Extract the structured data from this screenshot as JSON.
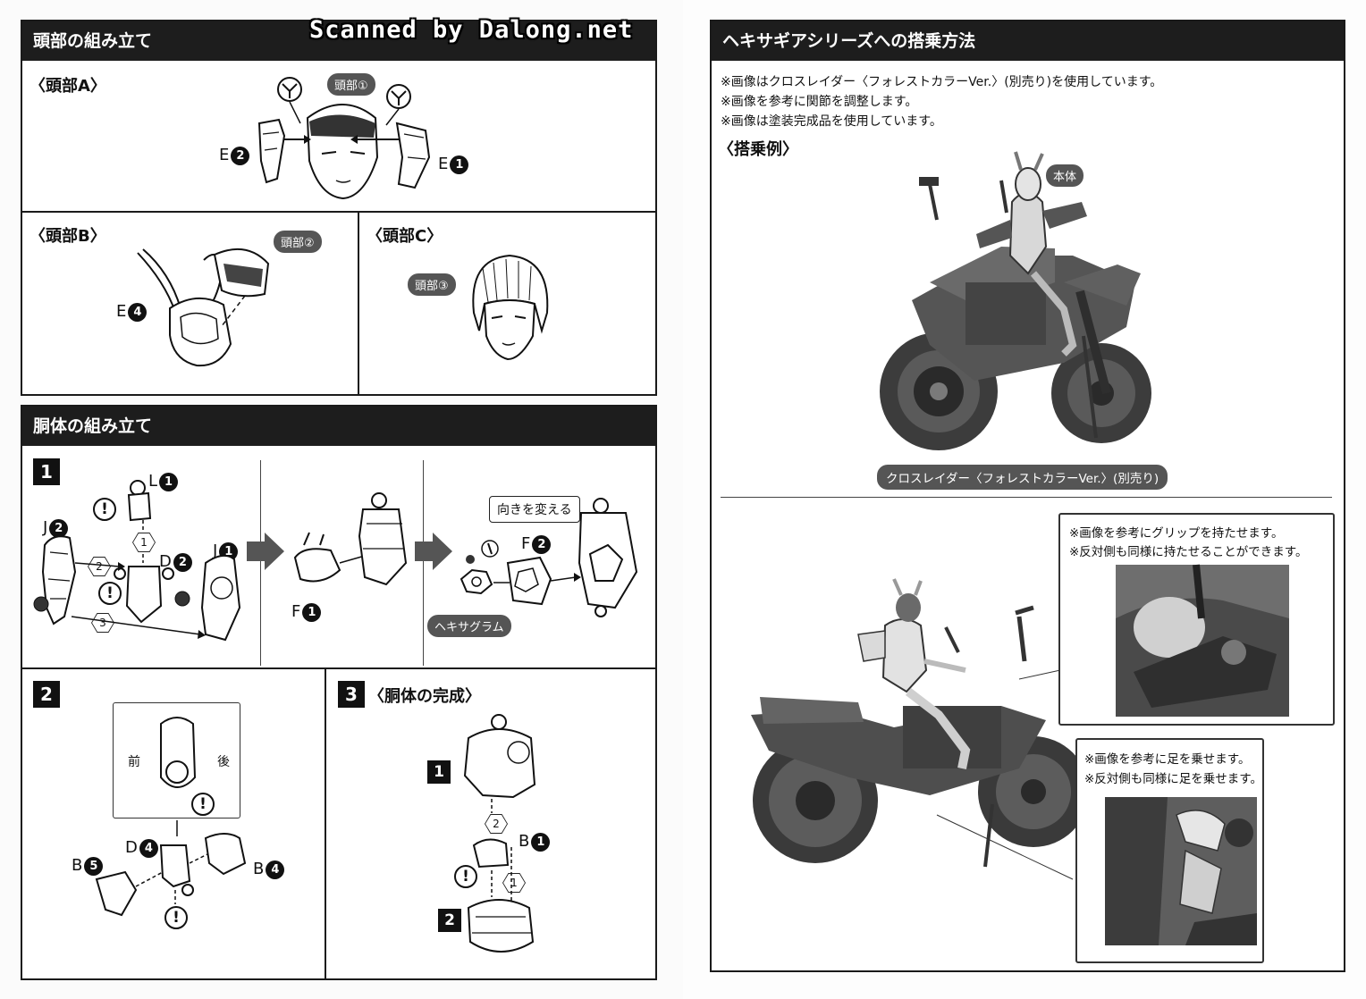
{
  "watermark": "Scanned by Dalong.net",
  "left_page": {
    "head_section": {
      "title": "頭部の組み立て",
      "head_a": {
        "heading": "〈頭部A〉",
        "tag": "頭部①",
        "parts": [
          {
            "letter": "E",
            "num": "2"
          },
          {
            "letter": "E",
            "num": "1"
          }
        ]
      },
      "head_b": {
        "heading": "〈頭部B〉",
        "tag": "頭部②",
        "parts": [
          {
            "letter": "E",
            "num": "4"
          }
        ]
      },
      "head_c": {
        "heading": "〈頭部C〉",
        "tag": "頭部③"
      }
    },
    "torso_section": {
      "title": "胴体の組み立て",
      "step1": {
        "number": "1",
        "parts": [
          {
            "letter": "L",
            "num": "1"
          },
          {
            "letter": "J",
            "num": "2"
          },
          {
            "letter": "D",
            "num": "2"
          },
          {
            "letter": "J",
            "num": "1"
          },
          {
            "letter": "F",
            "num": "1"
          },
          {
            "letter": "F",
            "num": "2"
          }
        ],
        "order_marks": [
          "1",
          "2",
          "3"
        ],
        "callout": "向きを変える",
        "hexagram_tag": "ヘキサグラム"
      },
      "step2": {
        "number": "2",
        "front_label": "前",
        "back_label": "後",
        "parts": [
          {
            "letter": "D",
            "num": "4"
          },
          {
            "letter": "B",
            "num": "5"
          },
          {
            "letter": "B",
            "num": "4"
          }
        ]
      },
      "step3": {
        "number": "3",
        "heading": "〈胴体の完成〉",
        "sub_steps": [
          "1",
          "2"
        ],
        "order_marks": [
          "2",
          "1"
        ],
        "parts": [
          {
            "letter": "B",
            "num": "1"
          }
        ]
      },
      "warning_glyph": "!"
    }
  },
  "right_page": {
    "section_title": "ヘキサギアシリーズへの搭乗方法",
    "notes": [
      "※画像はクロスレイダー〈フォレストカラーVer.〉(別売り)を使用しています。",
      "※画像を参考に関節を調整します。",
      "※画像は塗装完成品を使用しています。"
    ],
    "example_heading": "〈搭乗例〉",
    "body_tag": "本体",
    "bike_caption": "クロスレイダー〈フォレストカラーVer.〉(別売り)",
    "grip_notes": [
      "※画像を参考にグリップを持たせます。",
      "※反対側も同様に持たせることができます。"
    ],
    "foot_notes": [
      "※画像を参考に足を乗せます。",
      "※反対側も同様に足を乗せます。"
    ]
  }
}
